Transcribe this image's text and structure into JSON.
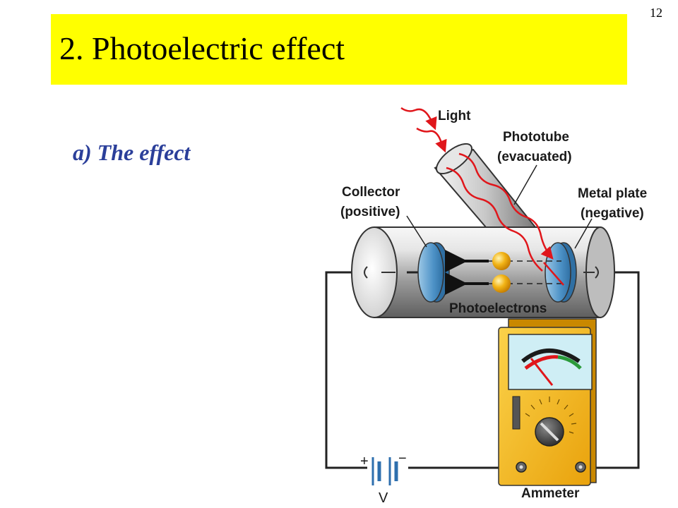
{
  "slide": {
    "number": "12",
    "title": "2. Photoelectric effect",
    "subtitle": "a) The effect"
  },
  "diagram": {
    "labels": {
      "light": "Light",
      "phototube_1": "Phototube",
      "phototube_2": "(evacuated)",
      "collector_1": "Collector",
      "collector_2": "(positive)",
      "metal_plate_1": "Metal plate",
      "metal_plate_2": "(negative)",
      "photoelectrons": "Photoelectrons",
      "ammeter": "Ammeter",
      "battery_plus": "+",
      "battery_minus": "−",
      "voltage": "V"
    },
    "colors": {
      "title_bar": "#ffff00",
      "subtitle": "#2b3f9a",
      "light_rays": "#e0161b",
      "electron": "#f2b416",
      "ammeter_body": "#f6b81c",
      "meter_face": "#cfeef5",
      "plate": "#5b9fcf"
    }
  }
}
